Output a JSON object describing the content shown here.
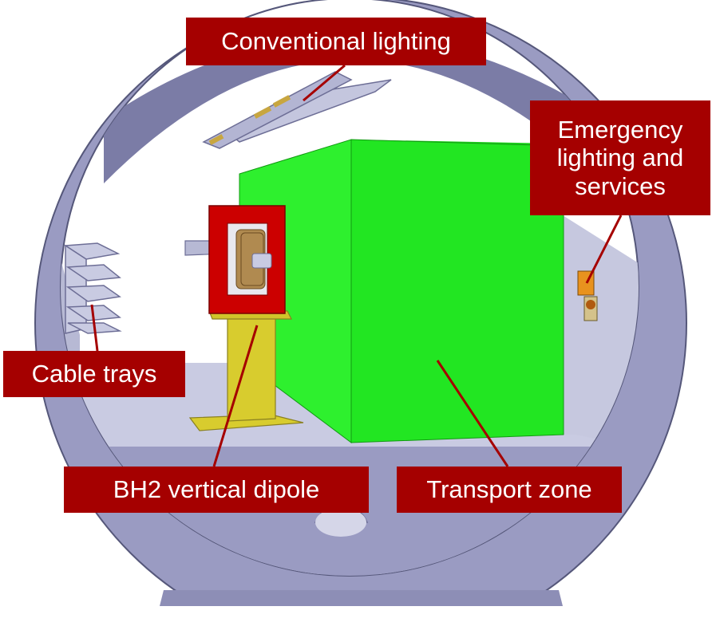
{
  "labels": {
    "conventional_lighting": "Conventional lighting",
    "emergency_lighting": "Emergency\nlighting and\nservices",
    "cable_trays": "Cable trays",
    "dipole": "BH2 vertical dipole",
    "transport_zone": "Transport zone"
  },
  "colors": {
    "tunnel": "#9a9bc2",
    "tunnel_dark": "#6d6e96",
    "floor": "#c9cbe2",
    "transport_box": "#22ee22",
    "magnet_frame": "#cc0000",
    "magnet_coil": "#b08a50",
    "support": "#d8cc2e",
    "callout": "#a50000",
    "leader": "#a50000"
  }
}
